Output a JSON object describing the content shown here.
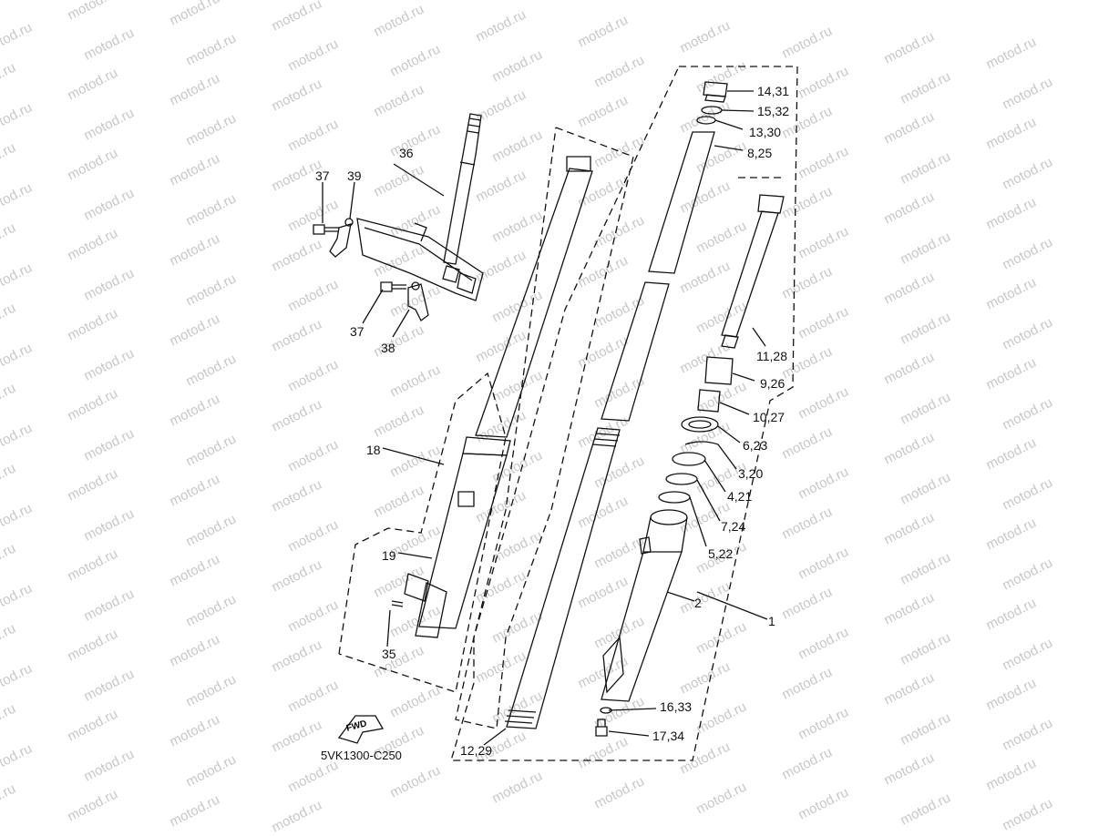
{
  "watermark": "motod.ru",
  "diagram_code": "5VK1300-C250",
  "fwd_label": "FWD",
  "callouts": {
    "c14_31": "14,31",
    "c15_32": "15,32",
    "c13_30": "13,30",
    "c8_25": "8,25",
    "c11_28": "11,28",
    "c9_26": "9,26",
    "c10_27": "10,27",
    "c6_23": "6,23",
    "c3_20": "3,20",
    "c4_21": "4,21",
    "c7_24": "7,24",
    "c5_22": "5,22",
    "c2": "2",
    "c1": "1",
    "c16_33": "16,33",
    "c17_34": "17,34",
    "c12_29": "12,29",
    "c36": "36",
    "c37a": "37",
    "c39": "39",
    "c37b": "37",
    "c38": "38",
    "c18": "18",
    "c19": "19",
    "c35": "35"
  }
}
